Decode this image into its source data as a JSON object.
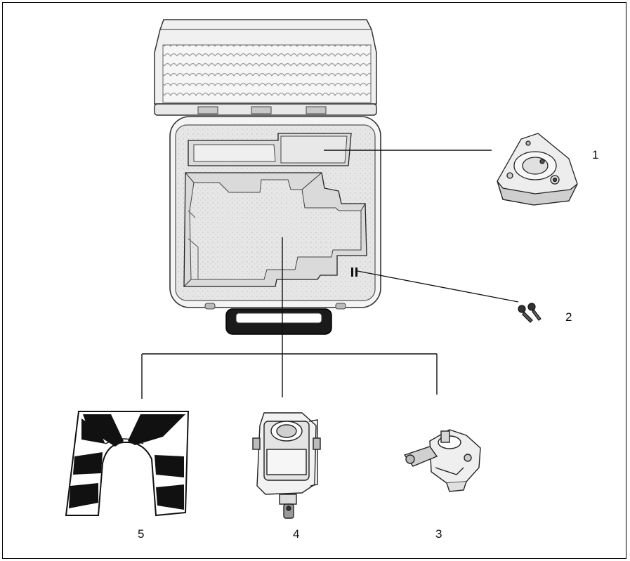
{
  "callouts": {
    "one": "1",
    "two": "2",
    "three": "3",
    "four": "4",
    "five": "5"
  },
  "parts": [
    {
      "number": "1",
      "icon": "tribrach-icon"
    },
    {
      "number": "2",
      "icon": "keys-icon"
    },
    {
      "number": "3",
      "icon": "optical-plummet-icon"
    },
    {
      "number": "4",
      "icon": "prism-holder-icon"
    },
    {
      "number": "5",
      "icon": "target-plate-icon"
    }
  ],
  "icons": [
    "carrying-case-icon"
  ],
  "colors": {
    "line": "#111111",
    "foam": "#e4e4e4",
    "shell": "#f4f4f4"
  }
}
